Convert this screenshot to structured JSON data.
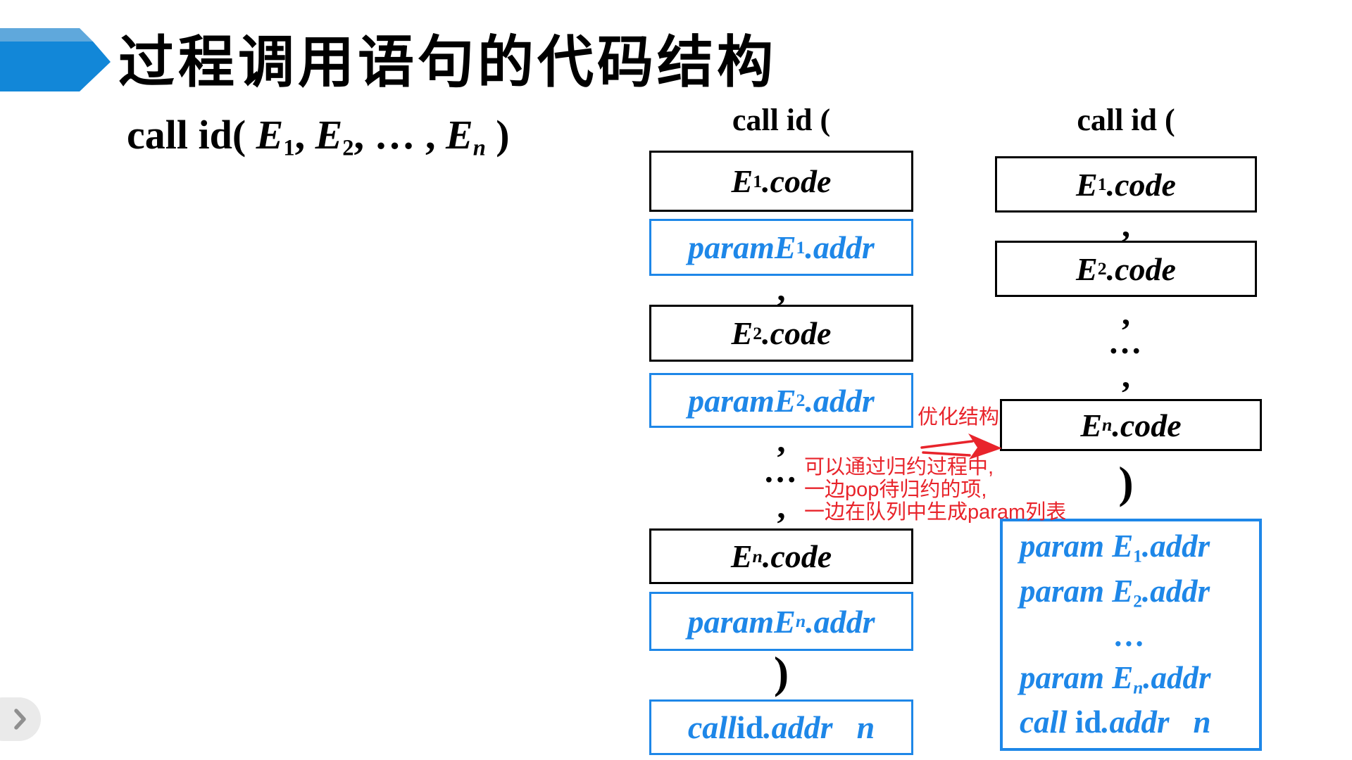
{
  "title": "过程调用语句的代码结构",
  "signature": {
    "call": "call id( ",
    "e_base": "E",
    "sub1": "1",
    "comma1": ", ",
    "sub2": "2",
    "dots": ", … , ",
    "subn": "n",
    "close": " )"
  },
  "middle_column": {
    "header": "call id (",
    "e1_code": {
      "base": "E",
      "sub": "1",
      "rest": ".code"
    },
    "param_e1": {
      "param": "param ",
      "base": "E",
      "sub": "1",
      "rest": ".addr"
    },
    "sep1": ",",
    "e2_code": {
      "base": "E",
      "sub": "2",
      "rest": ".code"
    },
    "param_e2": {
      "param": "param ",
      "base": "E",
      "sub": "2",
      "rest": ".addr"
    },
    "sep2": ",",
    "ellipsis": "…",
    "sep3": ",",
    "en_code": {
      "base": "E",
      "sub": "n",
      "rest": ".code"
    },
    "param_en": {
      "param": "param ",
      "base": "E",
      "sub": "n",
      "rest": ".addr"
    },
    "close_paren": ")",
    "call_line": {
      "call": "call ",
      "id": "id",
      "addr": ".addr",
      "n": "n"
    }
  },
  "right_column": {
    "header": "call id (",
    "e1_code": {
      "base": "E",
      "sub": "1",
      "rest": ".code"
    },
    "sep1": ",",
    "e2_code": {
      "base": "E",
      "sub": "2",
      "rest": ".code"
    },
    "sep2": ",",
    "ellipsis": "…",
    "sep3": ",",
    "en_code": {
      "base": "E",
      "sub": "n",
      "rest": ".code"
    },
    "close_paren": ")",
    "summary": {
      "param_e1": {
        "param": "param ",
        "base": "E",
        "sub": "1",
        "rest": ".addr"
      },
      "param_e2": {
        "param": "param ",
        "base": "E",
        "sub": "2",
        "rest": ".addr"
      },
      "ellipsis": "…",
      "param_en": {
        "param": "param ",
        "base": "E",
        "sub": "n",
        "rest": ".addr"
      },
      "call_line": {
        "call": "call ",
        "id": "id",
        "addr": ".addr",
        "n": "n"
      }
    }
  },
  "annotations": {
    "optimized_label": "优化结构",
    "note_line1": "可以通过归约过程中,",
    "note_line2": "一边pop待归约的项,",
    "note_line3": "一边在队列中生成param列表"
  },
  "colors": {
    "accent_blue": "#1e87e8",
    "annotation_red": "#e8242b",
    "title_arrow_dark": "#1287d8",
    "title_arrow_light": "#5fa8dc",
    "text_black": "#000000"
  }
}
